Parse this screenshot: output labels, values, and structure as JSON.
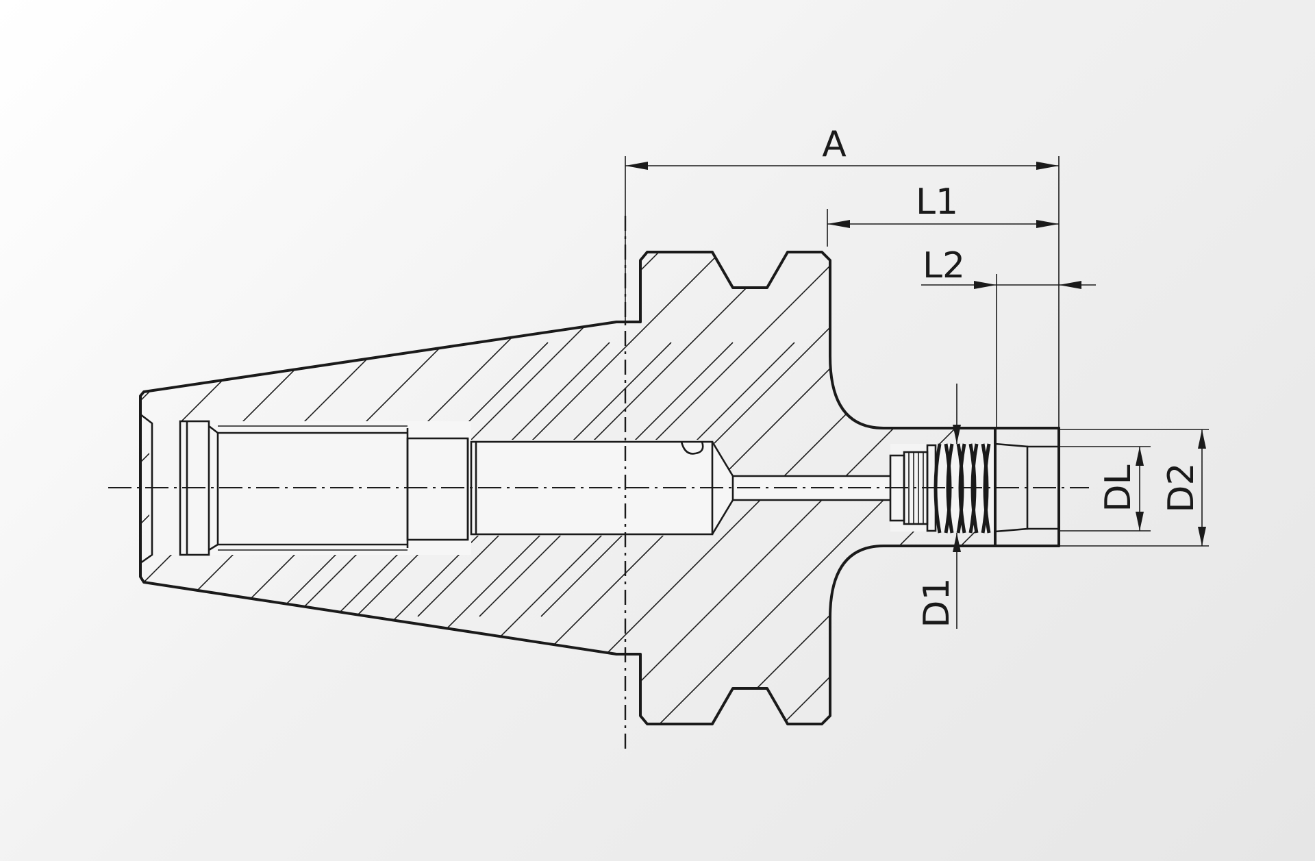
{
  "diagram": {
    "dimension_labels": {
      "a": "A",
      "l1": "L1",
      "l2": "L2",
      "dl": "DL",
      "d2": "D2",
      "d1": "D1"
    }
  }
}
